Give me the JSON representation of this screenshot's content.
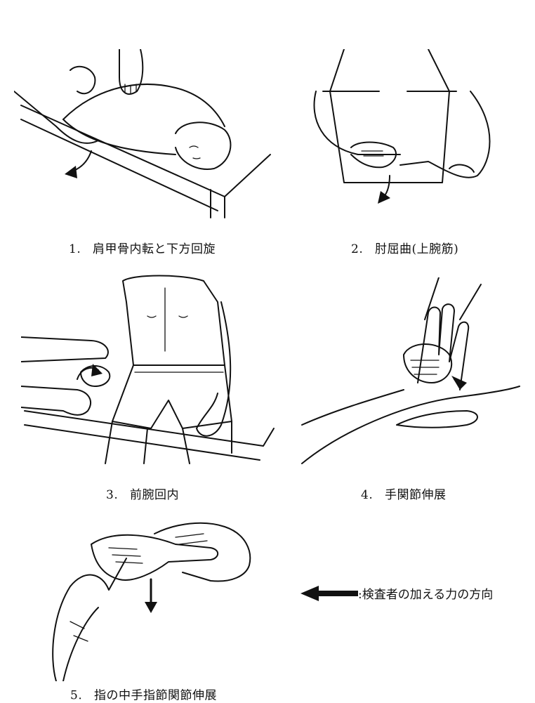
{
  "figures": [
    {
      "number": "1.",
      "caption": "肩甲骨内転と下方回旋"
    },
    {
      "number": "2.",
      "caption": "肘屈曲(上腕筋)"
    },
    {
      "number": "3.",
      "caption": "前腕回内"
    },
    {
      "number": "4.",
      "caption": "手関節伸展"
    },
    {
      "number": "5.",
      "caption": "指の中手指節関節伸展"
    }
  ],
  "legend": {
    "text": ":検査者の加える力の方向",
    "arrow_color": "#111111"
  }
}
